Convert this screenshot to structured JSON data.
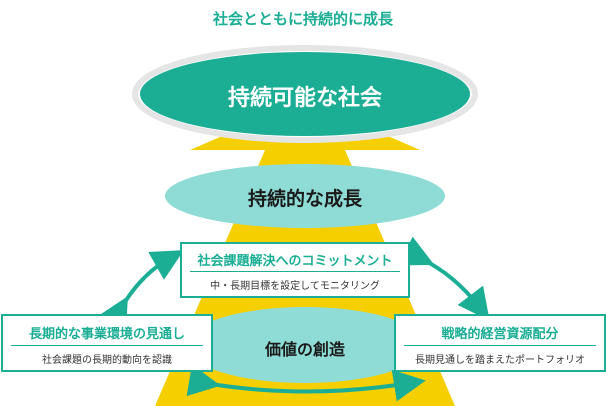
{
  "header": {
    "title": "社会とともに持続的に成長"
  },
  "goal": {
    "label": "持続可能な社会"
  },
  "growth": {
    "label": "持続的な成長"
  },
  "commitment": {
    "title": "社会課題解決へのコミットメント",
    "subtitle": "中・長期目標を設定してモニタリング"
  },
  "left_box": {
    "title": "長期的な事業環境の見通し",
    "subtitle": "社会課題の長期的動向を認識"
  },
  "right_box": {
    "title": "戦略的経営資源配分",
    "subtitle": "長期見通しを踏まえたポートフォリオ"
  },
  "value_creation": {
    "label": "価値の創造"
  },
  "colors": {
    "teal": "#1bae95",
    "teal_light": "#7fd6cc",
    "teal_pale": "#8fdcd6",
    "yellow": "#f6cf00",
    "white": "#ffffff"
  }
}
